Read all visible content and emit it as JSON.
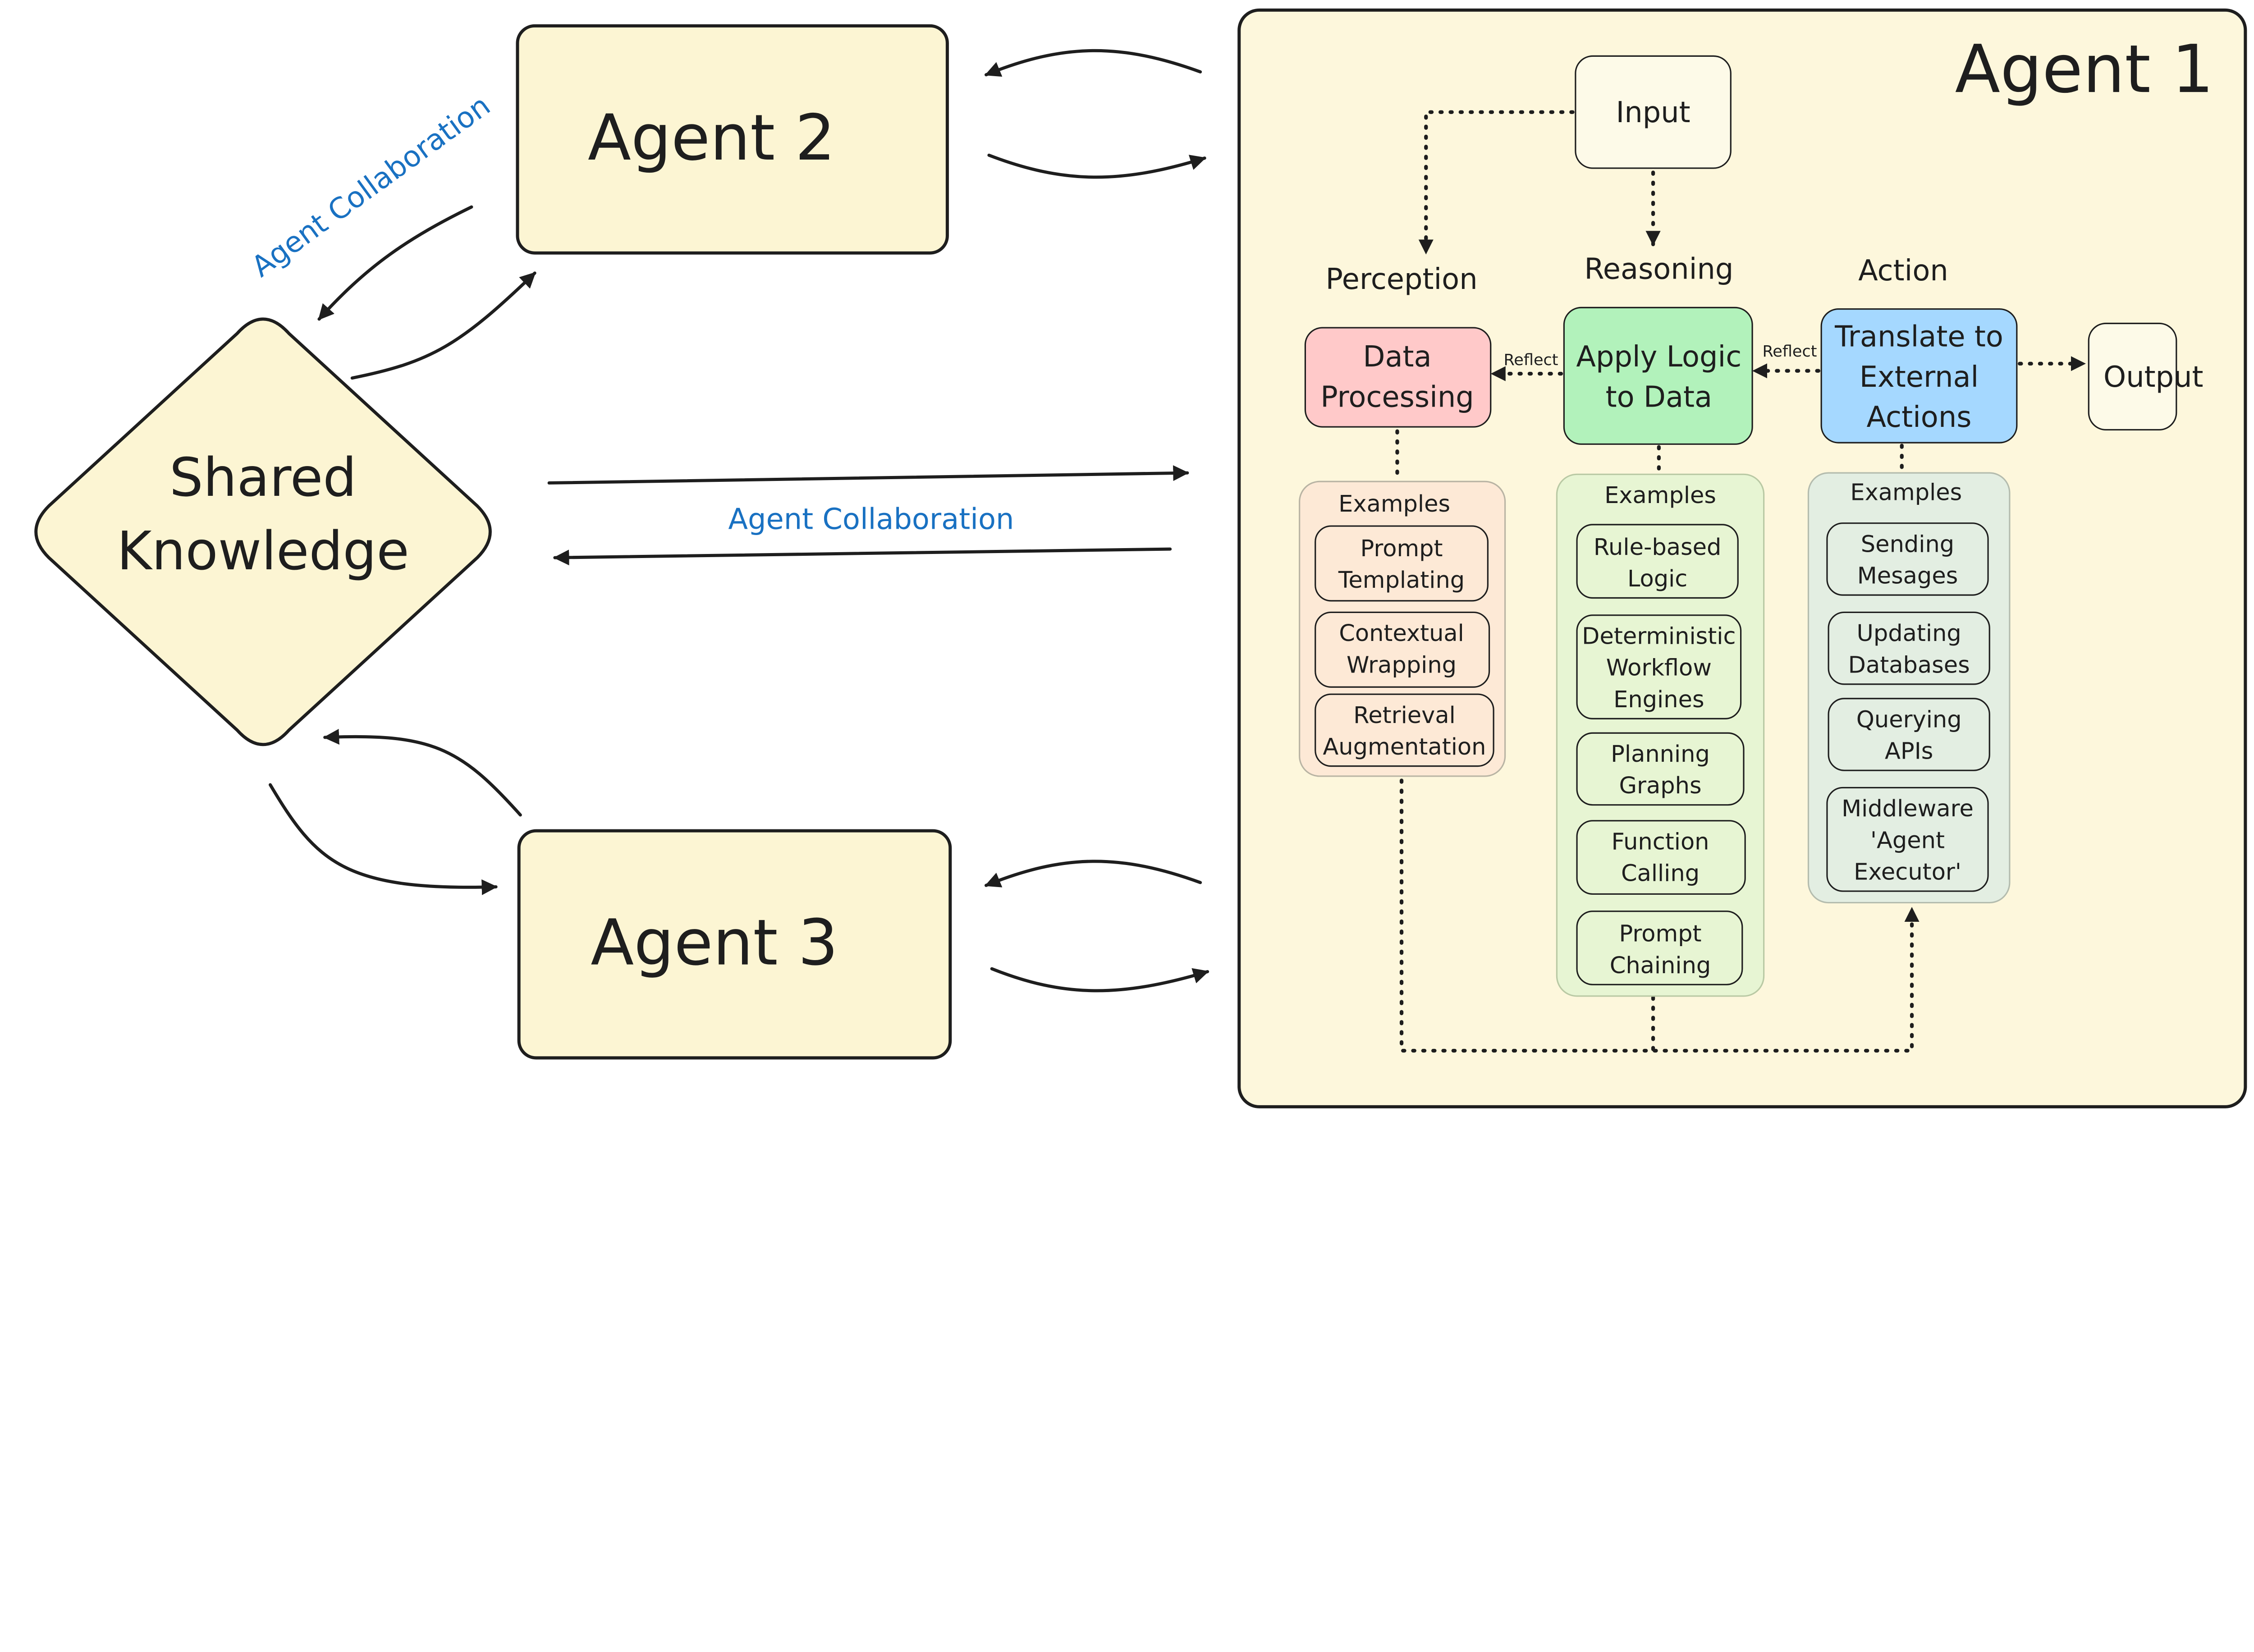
{
  "agent1": {
    "title": "Agent 1"
  },
  "agent2": {
    "title": "Agent 2"
  },
  "agent3": {
    "title": "Agent 3"
  },
  "shared_knowledge": {
    "line1": "Shared",
    "line2": "Knowledge"
  },
  "collaboration_labels": {
    "diagonal": "Agent Collaboration",
    "middle": "Agent Collaboration"
  },
  "input": "Input",
  "output": "Output",
  "stages": [
    {
      "heading": "Perception",
      "box": [
        "Data",
        "Processing"
      ],
      "color": "#ffc9c9",
      "examples_color": "#fde9d6",
      "examples_title": "Examples",
      "examples": [
        [
          "Prompt",
          "Templating"
        ],
        [
          "Contextual",
          "Wrapping"
        ],
        [
          "Retrieval",
          "Augmentation"
        ]
      ]
    },
    {
      "heading": "Reasoning",
      "box": [
        "Apply Logic",
        "to Data"
      ],
      "color": "#b2f2bb",
      "examples_color": "#e7f5d3",
      "examples_title": "Examples",
      "examples": [
        [
          "Rule-based",
          "Logic"
        ],
        [
          "Deterministic",
          "Workflow",
          "Engines"
        ],
        [
          "Planning",
          "Graphs"
        ],
        [
          "Function",
          "Calling"
        ],
        [
          "Prompt",
          "Chaining"
        ]
      ]
    },
    {
      "heading": "Action",
      "box": [
        "Translate to",
        "External",
        "Actions"
      ],
      "color": "#a5d8ff",
      "examples_color": "#e3eee2",
      "examples_title": "Examples",
      "examples": [
        [
          "Sending",
          "Mesages"
        ],
        [
          "Updating",
          "Databases"
        ],
        [
          "Querying",
          "APIs"
        ],
        [
          "Middleware",
          "'Agent",
          "Executor'"
        ]
      ]
    }
  ],
  "reflect_labels": [
    "Reflect",
    "Reflect"
  ],
  "colors": {
    "panel": "#fdf7dc",
    "agent_box": "#fcf5d3",
    "collab_text": "#1971c2"
  }
}
